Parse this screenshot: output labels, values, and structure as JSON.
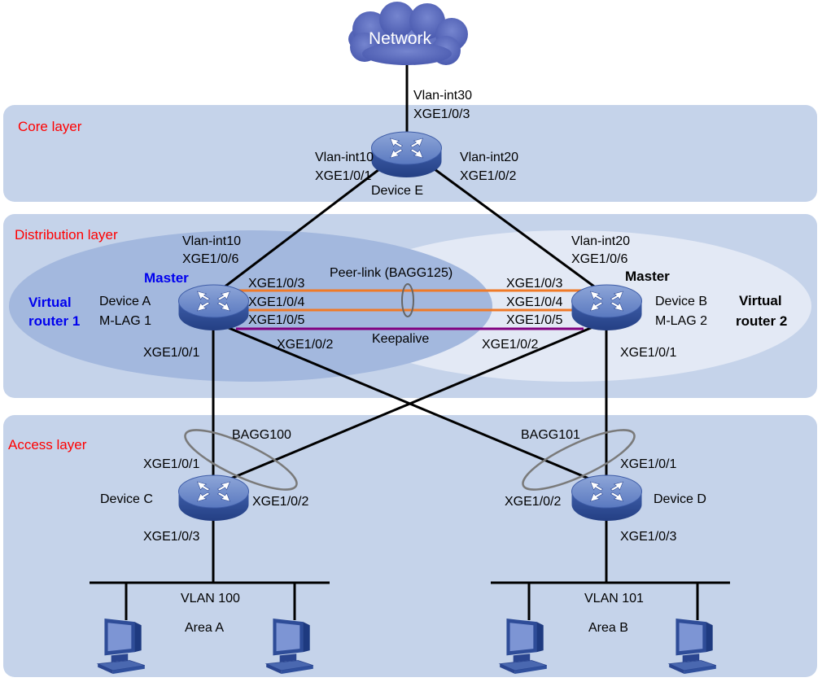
{
  "colors": {
    "layer_band": "#c5d3ea",
    "layer_title": "#ff0000",
    "vr1_ellipse": "#9fb5dc",
    "vr2_ellipse": "#dde5f3",
    "peer_link": "#f07a28",
    "keepalive": "#800080",
    "device_body": "#5673b8",
    "cloud": "#5a6bbd",
    "pc": "#4a68b0",
    "role_text": "#0000ee"
  },
  "layers": {
    "core": "Core layer",
    "distribution": "Distribution layer",
    "access": "Access layer"
  },
  "cloud": {
    "label": "Network"
  },
  "device_e": {
    "name": "Device E",
    "uplink_vlan": "Vlan-int30",
    "uplink_port": "XGE1/0/3",
    "left_vlan": "Vlan-int10",
    "left_port": "XGE1/0/1",
    "right_vlan": "Vlan-int20",
    "right_port": "XGE1/0/2"
  },
  "device_a": {
    "name": "Device A",
    "mlag": "M-LAG 1",
    "role": "Master",
    "vr": [
      "Virtual",
      "router 1"
    ],
    "up_vlan": "Vlan-int10",
    "up_port": "XGE1/0/6",
    "p3": "XGE1/0/3",
    "p4": "XGE1/0/4",
    "p5": "XGE1/0/5",
    "p1": "XGE1/0/1",
    "p2": "XGE1/0/2"
  },
  "device_b": {
    "name": "Device B",
    "mlag": "M-LAG 2",
    "role": "Master",
    "vr": [
      "Virtual",
      "router 2"
    ],
    "up_vlan": "Vlan-int20",
    "up_port": "XGE1/0/6",
    "p3": "XGE1/0/3",
    "p4": "XGE1/0/4",
    "p5": "XGE1/0/5",
    "p1": "XGE1/0/1",
    "p2": "XGE1/0/2"
  },
  "links": {
    "peer_link": "Peer-link (BAGG125)",
    "keepalive": "Keepalive"
  },
  "device_c": {
    "name": "Device C",
    "bagg": "BAGG100",
    "p1": "XGE1/0/1",
    "p2": "XGE1/0/2",
    "p3": "XGE1/0/3",
    "vlan": "VLAN 100",
    "area": "Area A"
  },
  "device_d": {
    "name": "Device D",
    "bagg": "BAGG101",
    "p1": "XGE1/0/1",
    "p2": "XGE1/0/2",
    "p3": "XGE1/0/3",
    "vlan": "VLAN 101",
    "area": "Area B"
  }
}
